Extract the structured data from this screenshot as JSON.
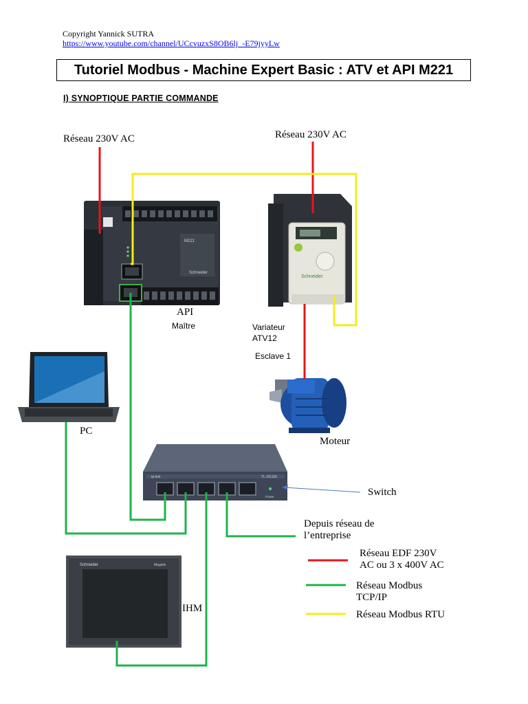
{
  "header": {
    "copyright": "Copyright Yannick SUTRA",
    "link": "https://www.youtube.com/channel/UCcvuzxS8OB6lj_-E79jyyLw"
  },
  "title": "Tutoriel Modbus - Machine Expert Basic : ATV et API M221",
  "section_heading": "I) SYNOPTIQUE PARTIE COMMANDE",
  "labels": {
    "reseau_left": "Réseau 230V AC",
    "reseau_right": "Réseau 230V AC",
    "api": "API",
    "maitre": "Maître",
    "variateur": "Variateur",
    "atv12": "ATV12",
    "esclave": "Esclave 1",
    "pc": "PC",
    "moteur": "Moteur",
    "switch": "Switch",
    "depuis_line1": "Depuis réseau de",
    "depuis_line2": "l’entreprise",
    "ihm": "IHM"
  },
  "devices": {
    "plc": {
      "model": "M221",
      "brand": "Schneider"
    },
    "drive": {
      "brand": "Schneider"
    },
    "switch": {
      "brand": "tp-link",
      "model": "TL-SG105",
      "power_label": "Power"
    },
    "hmi": {
      "brand": "Schneider",
      "series": "Magelis"
    }
  },
  "legend": [
    {
      "color": "#e8141b",
      "line1": "Réseau EDF 230V",
      "line2": "AC ou 3 x 400V AC"
    },
    {
      "color": "#1fb34a",
      "line1": "Réseau Modbus",
      "line2": "TCP/IP"
    },
    {
      "color": "#f5ec1c",
      "line1": "Réseau Modbus RTU",
      "line2": ""
    }
  ],
  "colors": {
    "power": "#e8141b",
    "modbus_tcp": "#1fb34a",
    "modbus_rtu": "#f5ec1c"
  }
}
